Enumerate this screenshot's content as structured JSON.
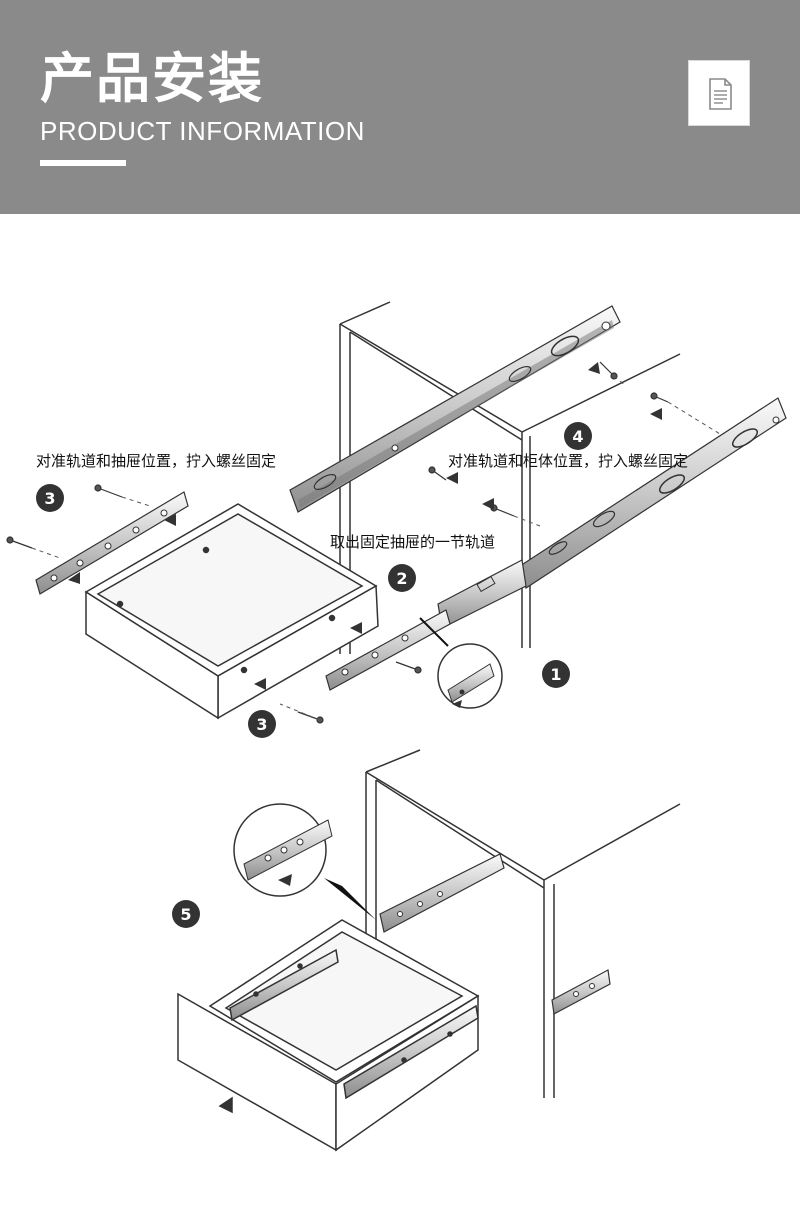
{
  "header": {
    "title_cn": "产品安装",
    "title_en": "PRODUCT INFORMATION",
    "icon": "document-icon",
    "background_color": "#8a8a8a"
  },
  "diagram": {
    "labels": {
      "drawer_align": "对准轨道和抽屉位置，拧入螺丝固定",
      "cabinet_align": "对准轨道和柜体位置，拧入螺丝固定",
      "remove_rail": "取出固定抽屉的一节轨道"
    },
    "steps": [
      "1",
      "2",
      "3",
      "3",
      "4",
      "5"
    ]
  }
}
